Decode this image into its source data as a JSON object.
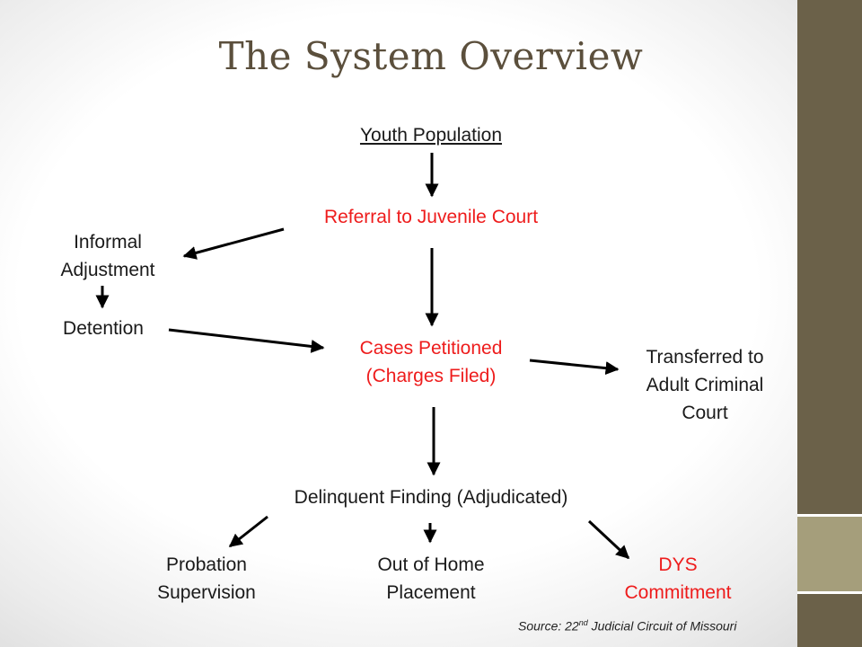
{
  "title": "The System Overview",
  "nodes": {
    "youth_population": "Youth Population",
    "referral": "Referral to Juvenile Court",
    "informal_adjustment": "Informal\nAdjustment",
    "detention": "Detention",
    "cases_petitioned": "Cases Petitioned\n(Charges Filed)",
    "transferred": "Transferred to\nAdult Criminal\nCourt",
    "delinquent_finding": "Delinquent Finding (Adjudicated)",
    "probation": "Probation\nSupervision",
    "out_of_home": "Out of Home\nPlacement",
    "dys_commitment": "DYS\nCommitment"
  },
  "source": {
    "prefix": "Source: 22",
    "superscript": "nd",
    "suffix": " Judicial Circuit of Missouri"
  },
  "colors": {
    "title": "#5b4f3c",
    "highlight": "#ee1c1c",
    "side_bar": "#6b6149",
    "side_accent": "#a59e7b"
  }
}
